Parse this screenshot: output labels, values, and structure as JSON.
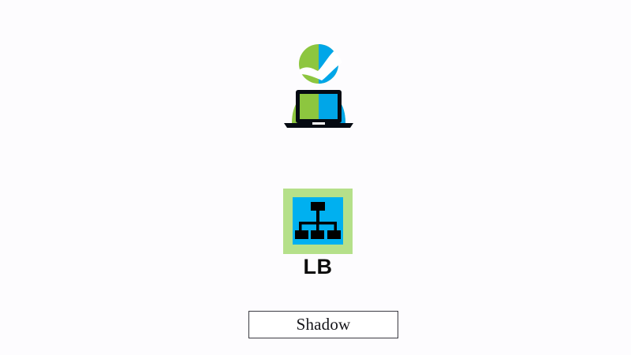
{
  "diagram": {
    "background_color": "#fdfcfe",
    "nodes": [
      {
        "id": "client",
        "icon": "user-with-laptop-icon",
        "label": "",
        "colors": {
          "green": "#8dc63f",
          "blue": "#00a6e8",
          "dark": "#050a12",
          "white": "#ffffff"
        }
      },
      {
        "id": "load-balancer",
        "icon": "load-balancer-icon",
        "label": "LB",
        "colors": {
          "tile_green": "#b5e08a",
          "tile_blue": "#00b0f0",
          "node_dark": "#000000"
        }
      }
    ],
    "caption": {
      "text": "Shadow",
      "border_color": "#3b3b42",
      "background_color": "#ffffff",
      "text_color": "#15151a"
    }
  }
}
